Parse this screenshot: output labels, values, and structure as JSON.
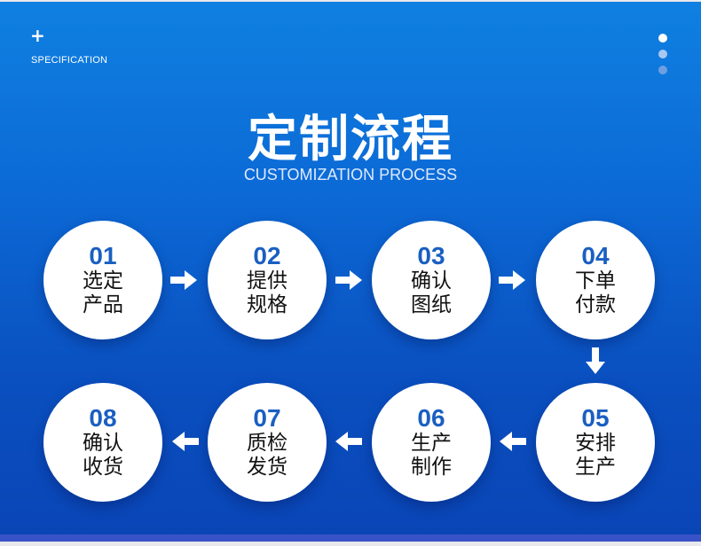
{
  "header": {
    "tag": "SPECIFICATION",
    "title": "定制流程",
    "subtitle": "CUSTOMIZATION PROCESS"
  },
  "steps": [
    {
      "number": "01",
      "line1": "选定",
      "line2": "产品"
    },
    {
      "number": "02",
      "line1": "提供",
      "line2": "规格"
    },
    {
      "number": "03",
      "line1": "确认",
      "line2": "图纸"
    },
    {
      "number": "04",
      "line1": "下单",
      "line2": "付款"
    },
    {
      "number": "05",
      "line1": "安排",
      "line2": "生产"
    },
    {
      "number": "06",
      "line1": "生产",
      "line2": "制作"
    },
    {
      "number": "07",
      "line1": "质检",
      "line2": "发货"
    },
    {
      "number": "08",
      "line1": "确认",
      "line2": "收货"
    }
  ],
  "colors": {
    "accent": "#1a5fc2",
    "background_top": "#0f80e1",
    "background_bottom": "#0a45b6"
  }
}
